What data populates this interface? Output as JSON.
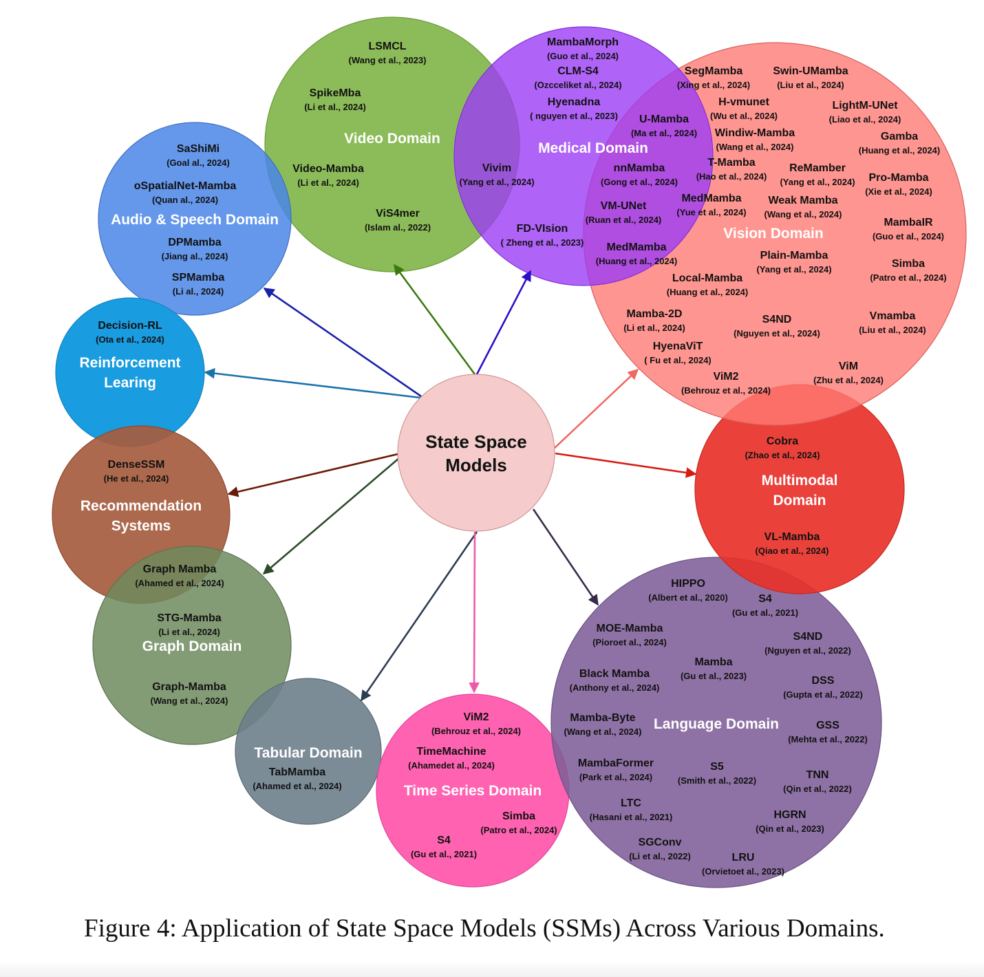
{
  "center": {
    "line1": "State Space",
    "line2": "Models",
    "color": "#f5cbcb"
  },
  "domains": [
    {
      "id": "video",
      "title": [
        "Video Domain"
      ],
      "color": "#7cb342",
      "papers": [
        {
          "name": "LSMCL",
          "ref": "(Wang et al., 2023)"
        },
        {
          "name": "SpikeMba",
          "ref": "(Li et al., 2024)"
        },
        {
          "name": "Video-Mamba",
          "ref": "(Li et al., 2024)"
        },
        {
          "name": "ViS4mer",
          "ref": "(Islam al., 2022)"
        }
      ]
    },
    {
      "id": "audio",
      "title": [
        "Audio & Speech Domain"
      ],
      "color": "#4a86e8",
      "papers": [
        {
          "name": "SaShiMi",
          "ref": "(Goal al., 2024)"
        },
        {
          "name": "oSpatialNet-Mamba",
          "ref": "(Quan al., 2024)"
        },
        {
          "name": "DPMamba",
          "ref": "(Jiang al., 2024)"
        },
        {
          "name": "SPMamba",
          "ref": "(Li al., 2024)"
        }
      ]
    },
    {
      "id": "rl",
      "title": [
        "Reinforcement",
        "Learing"
      ],
      "color": "#1a9ce0",
      "papers": [
        {
          "name": "Decision-RL",
          "ref": "(Ota et al., 2024)"
        }
      ]
    },
    {
      "id": "recsys",
      "title": [
        "Recommendation",
        "Systems"
      ],
      "color": "#a65c3e",
      "papers": [
        {
          "name": "DenseSSM",
          "ref": "(He et al., 2024)"
        }
      ]
    },
    {
      "id": "graph",
      "title": [
        "Graph Domain"
      ],
      "color": "#6e8b5e",
      "papers": [
        {
          "name": "Graph Mamba",
          "ref": "(Ahamed et al., 2024)"
        },
        {
          "name": "STG-Mamba",
          "ref": "(Li et al., 2024)"
        },
        {
          "name": "Graph-Mamba",
          "ref": "(Wang et al., 2024)"
        }
      ]
    },
    {
      "id": "tabular",
      "title": [
        "Tabular Domain"
      ],
      "color": "#6d7f8c",
      "papers": [
        {
          "name": "TabMamba",
          "ref": "(Ahamed et al., 2024)"
        }
      ]
    },
    {
      "id": "timeseries",
      "title": [
        "Time Series Domain"
      ],
      "color": "#ff55aa",
      "papers": [
        {
          "name": "ViM2",
          "ref": "(Behrouz et al., 2024)"
        },
        {
          "name": "TimeMachine",
          "ref": "(Ahamedet al., 2024)"
        },
        {
          "name": "Simba",
          "ref": "(Patro et al., 2024)"
        },
        {
          "name": "S4",
          "ref": "(Gu et al., 2021)"
        }
      ]
    },
    {
      "id": "language",
      "title": [
        "Language Domain"
      ],
      "color": "#7f5f99",
      "papers": [
        {
          "name": "HIPPO",
          "ref": "(Albert et al., 2020)"
        },
        {
          "name": "S4",
          "ref": "(Gu et al., 2021)"
        },
        {
          "name": "MOE-Mamba",
          "ref": "(Pioroet al., 2024)"
        },
        {
          "name": "S4ND",
          "ref": "(Nguyen et al., 2022)"
        },
        {
          "name": "Mamba",
          "ref": "(Gu et al., 2023)"
        },
        {
          "name": "Black Mamba",
          "ref": "(Anthony et al., 2024)"
        },
        {
          "name": "DSS",
          "ref": "(Gupta et al., 2022)"
        },
        {
          "name": "Mamba-Byte",
          "ref": "(Wang et al., 2024)"
        },
        {
          "name": "GSS",
          "ref": "(Mehta  et al., 2022)"
        },
        {
          "name": "MambaFormer",
          "ref": "(Park et al., 2024)"
        },
        {
          "name": "S5",
          "ref": "(Smith et al., 2022)"
        },
        {
          "name": "TNN",
          "ref": "(Qin et al., 2022)"
        },
        {
          "name": "LTC",
          "ref": "(Hasani et al., 2021)"
        },
        {
          "name": "HGRN",
          "ref": "(Qin et al., 2023)"
        },
        {
          "name": "SGConv",
          "ref": "(Li et al., 2022)"
        },
        {
          "name": "LRU",
          "ref": "(Orvietoet al., 2023)"
        }
      ]
    },
    {
      "id": "multimodal",
      "title": [
        "Multimodal",
        "Domain"
      ],
      "color": "#e8322a",
      "papers": [
        {
          "name": "Cobra",
          "ref": "(Zhao et al., 2024)"
        },
        {
          "name": "VL-Mamba",
          "ref": "(Qiao et al., 2024)"
        }
      ]
    },
    {
      "id": "vision",
      "title": [
        "Vision Domain"
      ],
      "color": "#ff7b74",
      "papers": [
        {
          "name": "SegMamba",
          "ref": "(Xing et al., 2024)"
        },
        {
          "name": "Swin-UMamba",
          "ref": "(Liu et al., 2024)"
        },
        {
          "name": "H-vmunet",
          "ref": "(Wu et al., 2024)"
        },
        {
          "name": "LightM-UNet",
          "ref": "(Liao et al., 2024)"
        },
        {
          "name": "U-Mamba",
          "ref": "(Ma et al., 2024)"
        },
        {
          "name": "Windiw-Mamba",
          "ref": "(Wang et al., 2024)"
        },
        {
          "name": "Gamba",
          "ref": "(Huang et al., 2024)"
        },
        {
          "name": "T-Mamba",
          "ref": "(Hao et al., 2024)"
        },
        {
          "name": "ReMamber",
          "ref": "(Yang et al., 2024)"
        },
        {
          "name": "Pro-Mamba",
          "ref": "(Xie et al., 2024)"
        },
        {
          "name": "MedMamba",
          "ref": "(Yue et al., 2024)"
        },
        {
          "name": "Weak Mamba",
          "ref": "(Wang et al., 2024)"
        },
        {
          "name": "MambaIR",
          "ref": "(Guo et al., 2024)"
        },
        {
          "name": "Plain-Mamba",
          "ref": "(Yang et al., 2024)"
        },
        {
          "name": "Simba",
          "ref": "(Patro et al., 2024)"
        },
        {
          "name": "Local-Mamba",
          "ref": "(Huang et al., 2024)"
        },
        {
          "name": "Mamba-2D",
          "ref": "(Li et al., 2024)"
        },
        {
          "name": "S4ND",
          "ref": "(Nguyen et al., 2024)"
        },
        {
          "name": "Vmamba",
          "ref": "(Liu et al., 2024)"
        },
        {
          "name": "HyenaViT",
          "ref": "( Fu et al., 2024)"
        },
        {
          "name": "ViM2",
          "ref": "(Behrouz et al., 2024)"
        },
        {
          "name": "ViM",
          "ref": "(Zhu et al., 2024)"
        }
      ]
    },
    {
      "id": "medical",
      "title": [
        "Medical Domain"
      ],
      "color": "#9b3cf5",
      "papers": [
        {
          "name": "MambaMorph",
          "ref": "(Guo et al., 2024)"
        },
        {
          "name": "CLM-S4",
          "ref": "(Ozcceliket al., 2024)"
        },
        {
          "name": "Hyenadna",
          "ref": "( nguyen et al., 2023)"
        },
        {
          "name": "Vivim",
          "ref": "(Yang et al., 2024)"
        },
        {
          "name": "FD-VIsion",
          "ref": "( Zheng et al., 2023)"
        },
        {
          "name": "nnMamba",
          "ref": "(Gong et al., 2024)"
        },
        {
          "name": "VM-UNet",
          "ref": "(Ruan et al., 2024)"
        },
        {
          "name": "MedMamba",
          "ref": "(Huang et al., 2024)"
        }
      ]
    }
  ],
  "caption": "Figure 4: Application of State Space Models (SSMs) Across Various Domains."
}
